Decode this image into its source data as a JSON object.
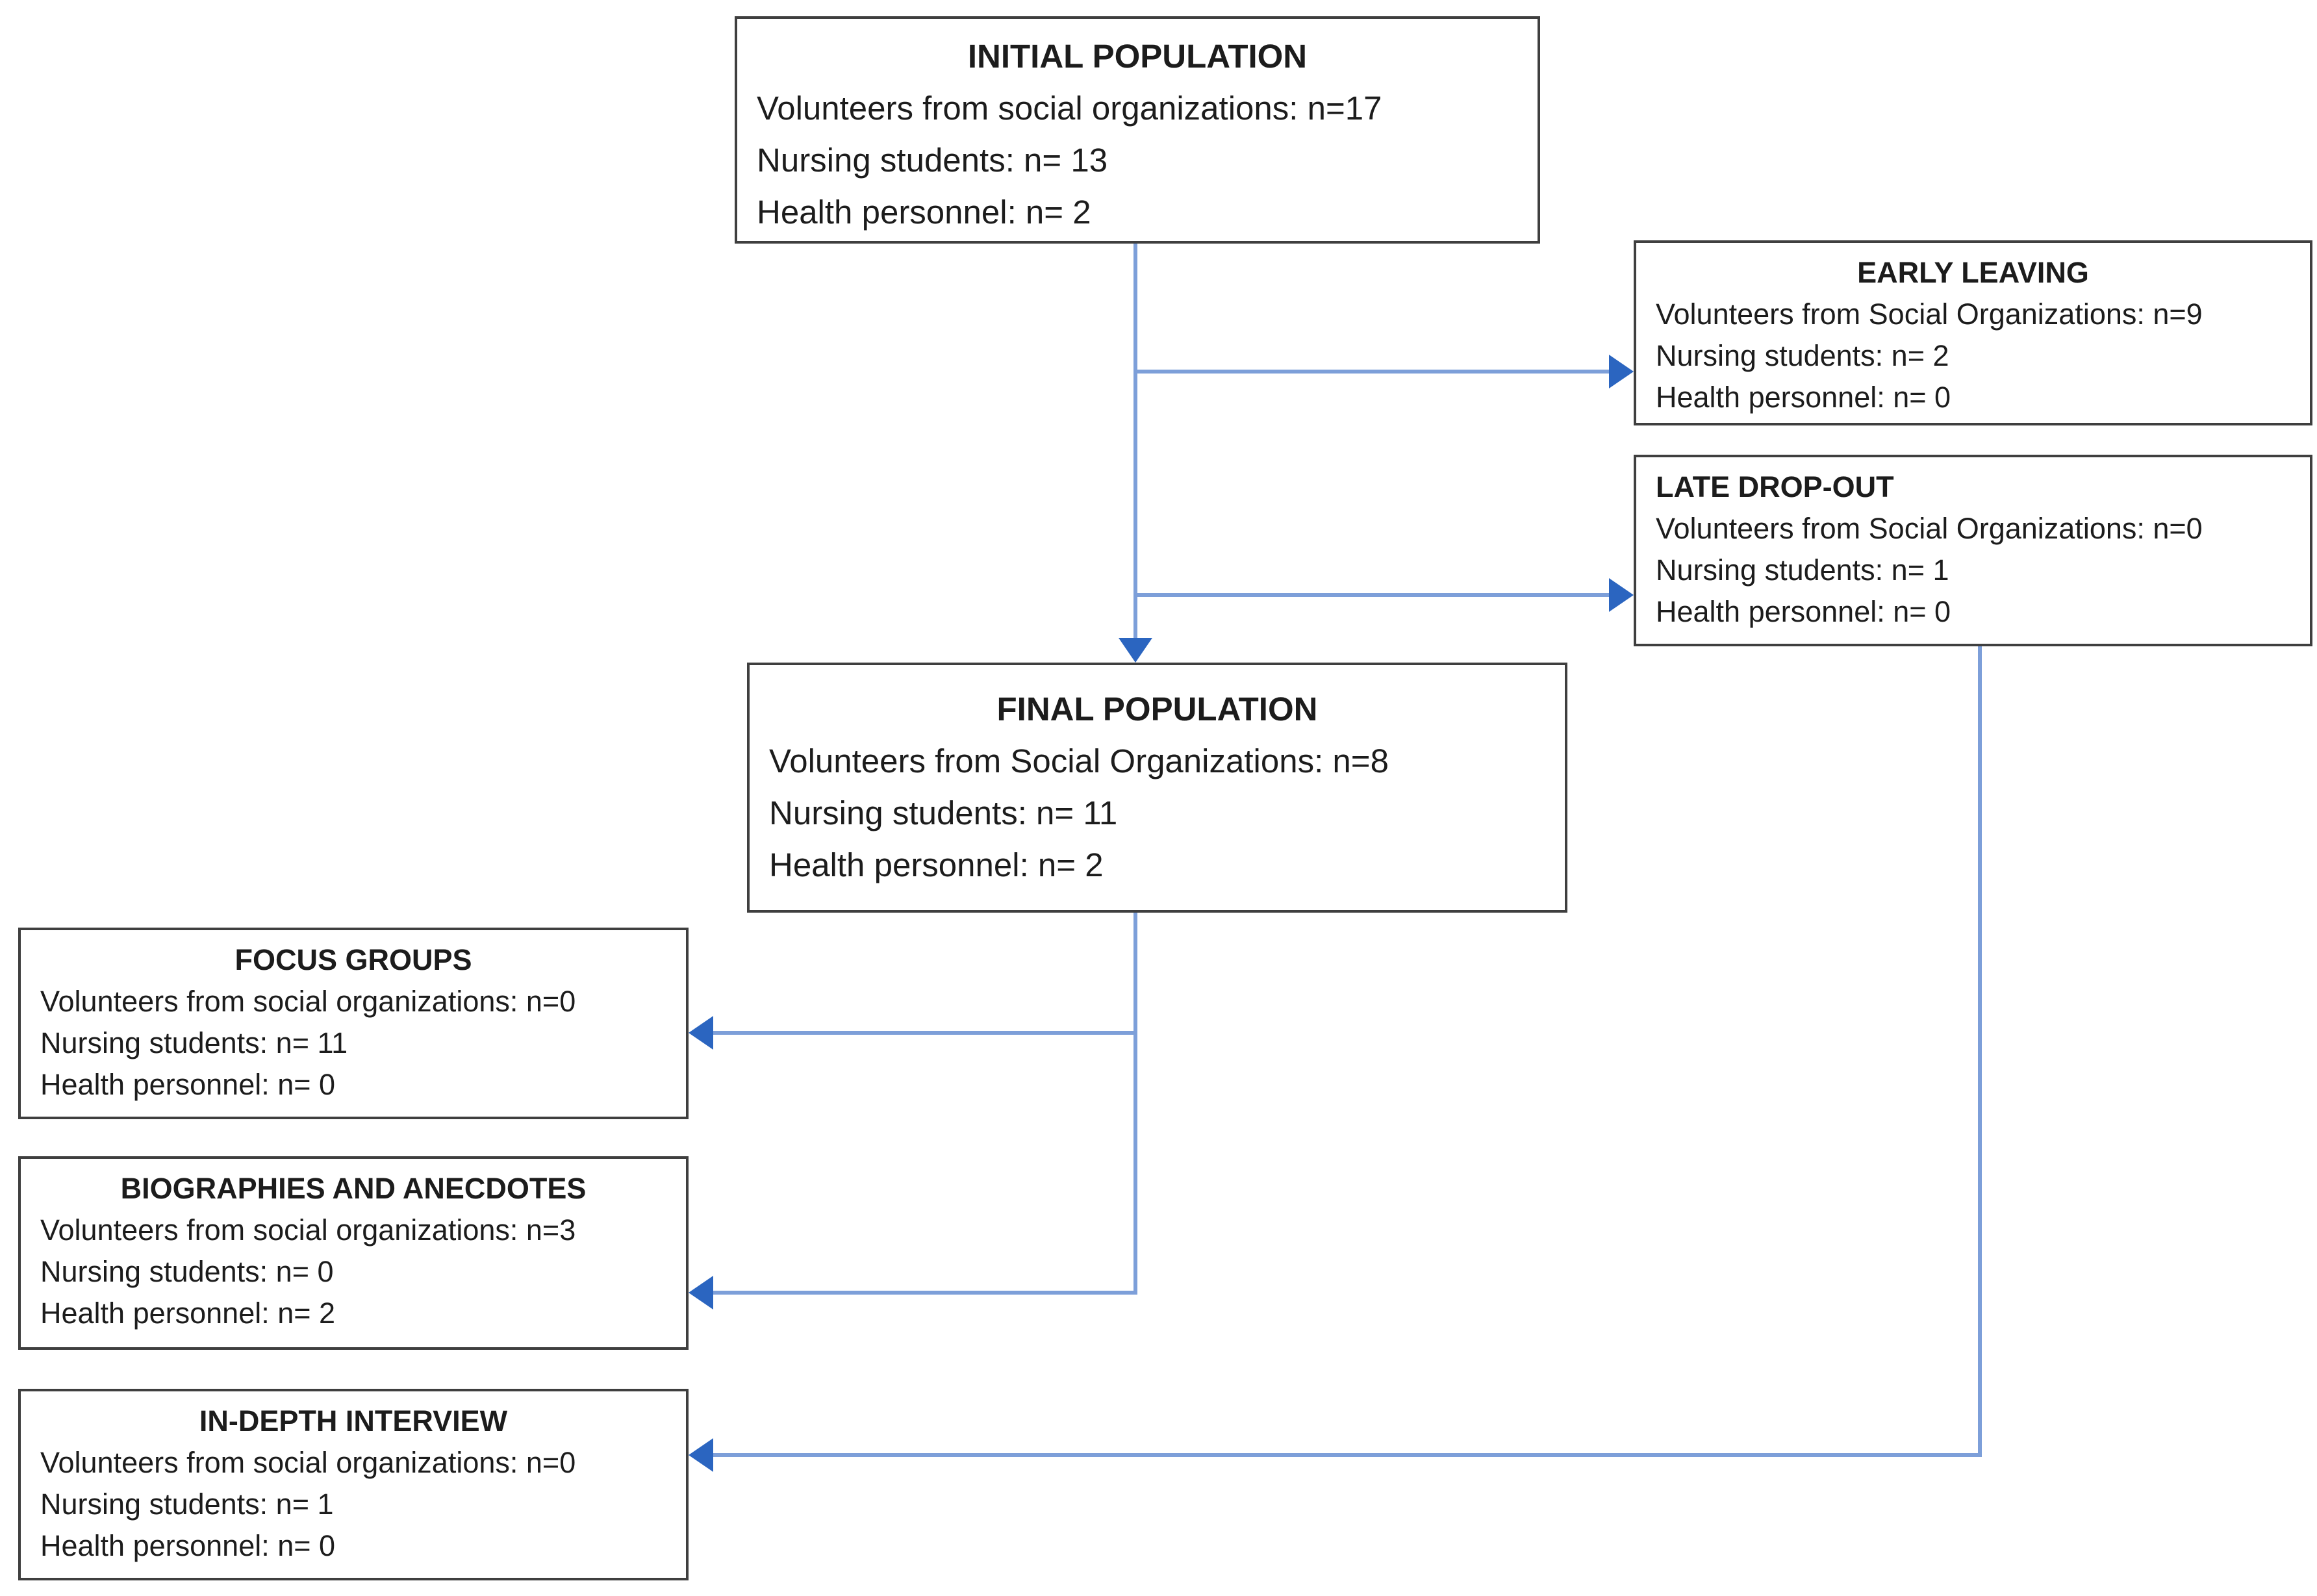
{
  "diagram": {
    "type": "participant-flow-chart",
    "colors": {
      "connector_line": "#7d9fd9",
      "arrowhead": "#2b65c0",
      "box_border": "#3f3f3f",
      "text": "#1c1c1c",
      "background": "#ffffff"
    },
    "boxes": [
      {
        "id": "initial-population",
        "title": "INITIAL POPULATION",
        "lines": [
          "Volunteers from social organizations: n=17",
          "Nursing students: n= 13",
          "Health personnel: n= 2"
        ]
      },
      {
        "id": "early-leaving",
        "title": "EARLY LEAVING",
        "lines": [
          "Volunteers from Social Organizations: n=9",
          "Nursing students: n= 2",
          "Health personnel: n= 0"
        ]
      },
      {
        "id": "late-drop-out",
        "title": "LATE DROP-OUT",
        "lines": [
          "Volunteers from Social Organizations: n=0",
          "Nursing students: n= 1",
          "Health personnel: n= 0"
        ]
      },
      {
        "id": "final-population",
        "title": "FINAL POPULATION",
        "lines": [
          "Volunteers from Social Organizations: n=8",
          "Nursing students: n= 11",
          "Health personnel: n= 2"
        ]
      },
      {
        "id": "focus-groups",
        "title": "FOCUS GROUPS",
        "lines": [
          "Volunteers from social organizations: n=0",
          "Nursing students: n= 11",
          "Health personnel: n= 0"
        ]
      },
      {
        "id": "biographies-and-anecdotes",
        "title": "BIOGRAPHIES AND ANECDOTES",
        "lines": [
          "Volunteers from social organizations: n=3",
          "Nursing students: n= 0",
          "Health personnel: n= 2"
        ]
      },
      {
        "id": "in-depth-interview",
        "title": "IN-DEPTH INTERVIEW",
        "lines": [
          "Volunteers from social organizations: n=0",
          "Nursing students: n= 1",
          "Health personnel: n= 0"
        ]
      }
    ],
    "connections": [
      {
        "from": "initial-population",
        "to": "final-population",
        "direction": "down"
      },
      {
        "from": "initial-population",
        "to": "early-leaving",
        "direction": "right"
      },
      {
        "from": "initial-population",
        "to": "late-drop-out",
        "direction": "right"
      },
      {
        "from": "final-population",
        "to": "focus-groups",
        "direction": "left"
      },
      {
        "from": "final-population",
        "to": "biographies-and-anecdotes",
        "direction": "left"
      },
      {
        "from": "late-drop-out",
        "to": "in-depth-interview",
        "direction": "down-left"
      }
    ]
  }
}
